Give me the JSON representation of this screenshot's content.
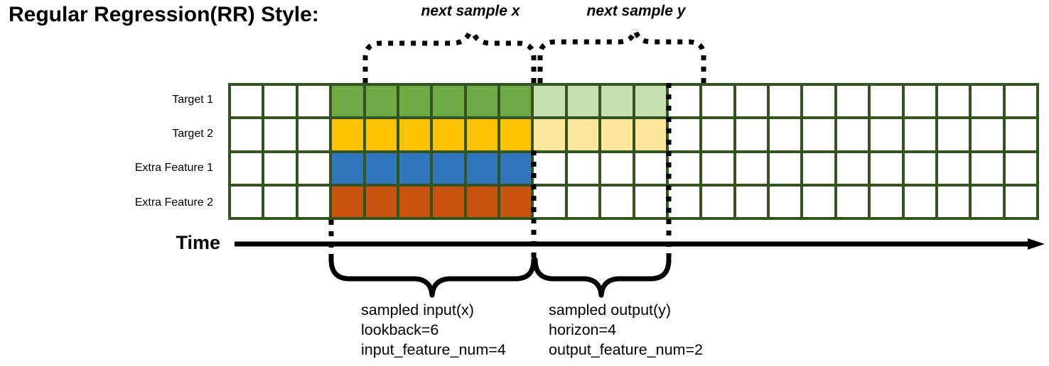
{
  "title": "Regular Regression(RR) Style:",
  "palette": {
    "grid_border": "#34541f",
    "cell_empty": "#ffffff",
    "target1": "#6daa46",
    "target1_light": "#c6dfb0",
    "target2": "#fdc300",
    "target2_light": "#fde59a",
    "extra1": "#2f76bc",
    "extra2": "#c8540f",
    "line": "#000000"
  },
  "rows": [
    {
      "label": "Target 1",
      "color_key": "target1"
    },
    {
      "label": "Target 2",
      "color_key": "target2"
    },
    {
      "label": "Extra Feature 1",
      "color_key": "extra1"
    },
    {
      "label": "Extra Feature 2",
      "color_key": "extra2"
    }
  ],
  "grid": {
    "columns": 24,
    "rows": 4,
    "lead_empty_columns": 3,
    "input_columns": 6,
    "output_columns": 4,
    "trailing_empty_columns": 11,
    "fill": [
      [
        "empty",
        "empty",
        "empty",
        "target1",
        "target1",
        "target1",
        "target1",
        "target1",
        "target1",
        "target1_light",
        "target1_light",
        "target1_light",
        "target1_light",
        "empty",
        "empty",
        "empty",
        "empty",
        "empty",
        "empty",
        "empty",
        "empty",
        "empty",
        "empty",
        "empty"
      ],
      [
        "empty",
        "empty",
        "empty",
        "target2",
        "target2",
        "target2",
        "target2",
        "target2",
        "target2",
        "target2_light",
        "target2_light",
        "target2_light",
        "target2_light",
        "empty",
        "empty",
        "empty",
        "empty",
        "empty",
        "empty",
        "empty",
        "empty",
        "empty",
        "empty",
        "empty"
      ],
      [
        "empty",
        "empty",
        "empty",
        "extra1",
        "extra1",
        "extra1",
        "extra1",
        "extra1",
        "extra1",
        "empty",
        "empty",
        "empty",
        "empty",
        "empty",
        "empty",
        "empty",
        "empty",
        "empty",
        "empty",
        "empty",
        "empty",
        "empty",
        "empty",
        "empty"
      ],
      [
        "empty",
        "empty",
        "empty",
        "extra2",
        "extra2",
        "extra2",
        "extra2",
        "extra2",
        "extra2",
        "empty",
        "empty",
        "empty",
        "empty",
        "empty",
        "empty",
        "empty",
        "empty",
        "empty",
        "empty",
        "empty",
        "empty",
        "empty",
        "empty",
        "empty"
      ]
    ]
  },
  "axis": {
    "label": "Time",
    "direction": "right-arrow"
  },
  "annotations_top": [
    {
      "text": "next sample x",
      "style": "italic"
    },
    {
      "text": "next sample y",
      "style": "italic"
    }
  ],
  "annotations_bottom": [
    {
      "heading": "sampled input(x)",
      "line2": "lookback=6",
      "line3": "input_feature_num=4"
    },
    {
      "heading": "sampled output(y)",
      "line2": "horizon=4",
      "line3": "output_feature_num=2"
    }
  ]
}
